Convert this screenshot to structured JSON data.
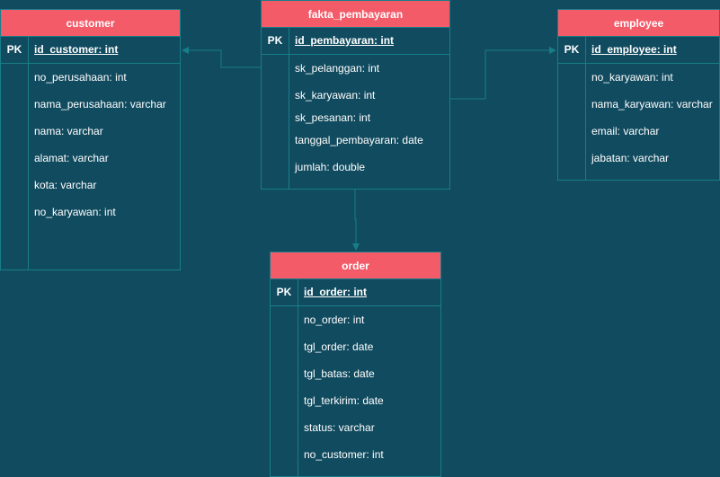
{
  "colors": {
    "background": "#114b5f",
    "header": "#f45b69",
    "border": "#177e89",
    "text": "#ffffff"
  },
  "entities": {
    "customer": {
      "name": "customer",
      "pk_label": "PK",
      "pk_field": "id_customer: int",
      "fields": [
        "no_perusahaan: int",
        "nama_perusahaan: varchar",
        "nama: varchar",
        "alamat: varchar",
        "kota: varchar",
        "no_karyawan: int"
      ]
    },
    "fakta_pembayaran": {
      "name": "fakta_pembayaran",
      "pk_label": "PK",
      "pk_field": "id_pembayaran: int",
      "fields": [
        "sk_pelanggan: int",
        "sk_karyawan: int",
        "sk_pesanan: int",
        "tanggal_pembayaran: date",
        "jumlah: double"
      ]
    },
    "employee": {
      "name": "employee",
      "pk_label": "PK",
      "pk_field": "id_employee: int",
      "fields": [
        "no_karyawan: int",
        "nama_karyawan: varchar",
        "email: varchar",
        "jabatan: varchar"
      ]
    },
    "order": {
      "name": "order",
      "pk_label": "PK",
      "pk_field": "id_order: int",
      "fields": [
        "no_order: int",
        "tgl_order: date",
        "tgl_batas: date",
        "tgl_terkirim: date",
        "status: varchar",
        "no_customer: int"
      ]
    }
  },
  "relations": [
    {
      "from": "fakta_pembayaran",
      "to": "customer"
    },
    {
      "from": "fakta_pembayaran",
      "to": "employee"
    },
    {
      "from": "fakta_pembayaran",
      "to": "order"
    }
  ]
}
